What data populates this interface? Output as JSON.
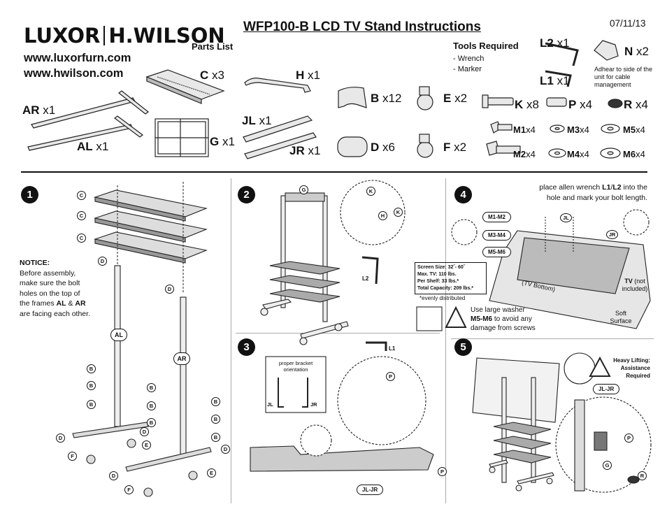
{
  "brand": {
    "name_left": "LUXOR",
    "name_right": "H.WILSON",
    "url1": "www.luxorfurn.com",
    "url2": "www.hwilson.com"
  },
  "title": "WFP100-B LCD TV Stand Instructions",
  "date": "07/11/13",
  "parts_header": "Parts List",
  "tools": {
    "header": "Tools Required",
    "items": [
      "- Wrench",
      "- Marker"
    ]
  },
  "parts": {
    "AR": {
      "code": "AR",
      "qty": "x1"
    },
    "AL": {
      "code": "AL",
      "qty": "x1"
    },
    "C": {
      "code": "C",
      "qty": "x3"
    },
    "G": {
      "code": "G",
      "qty": "x1"
    },
    "H": {
      "code": "H",
      "qty": "x1"
    },
    "JL": {
      "code": "JL",
      "qty": "x1"
    },
    "JR": {
      "code": "JR",
      "qty": "x1"
    },
    "B": {
      "code": "B",
      "qty": "x12"
    },
    "D": {
      "code": "D",
      "qty": "x6"
    },
    "E": {
      "code": "E",
      "qty": "x2"
    },
    "F": {
      "code": "F",
      "qty": "x2"
    },
    "L2": {
      "code": "L2",
      "qty": "x1"
    },
    "L1": {
      "code": "L1",
      "qty": "x1"
    },
    "N": {
      "code": "N",
      "qty": "x2"
    },
    "K": {
      "code": "K",
      "qty": "x8"
    },
    "P": {
      "code": "P",
      "qty": "x4"
    },
    "R": {
      "code": "R",
      "qty": "x4"
    },
    "M1": {
      "code": "M1",
      "qty": "x4"
    },
    "M2": {
      "code": "M2",
      "qty": "x4"
    },
    "M3": {
      "code": "M3",
      "qty": "x4"
    },
    "M4": {
      "code": "M4",
      "qty": "x4"
    },
    "M5": {
      "code": "M5",
      "qty": "x4"
    },
    "M6": {
      "code": "M6",
      "qty": "x4"
    }
  },
  "n_note": "Adhear to side of the unit for cable management",
  "steps": {
    "s1": "1",
    "s2": "2",
    "s3": "3",
    "s4": "4",
    "s5": "5"
  },
  "notice": {
    "title": "NOTICE:",
    "l1": "Before assembly,",
    "l2": "make sure the bolt",
    "l3": "holes on the top of",
    "l4a": "the frames ",
    "al": "AL",
    "amp": " & ",
    "ar": "AR",
    "l5": "are facing each other."
  },
  "callouts": {
    "C": "C",
    "D": "D",
    "B": "B",
    "E": "E",
    "F": "F",
    "G": "G",
    "K": "K",
    "H": "H",
    "L2": "L2",
    "L1": "L1",
    "P": "P",
    "JL": "JL",
    "JR": "JR",
    "JLJR": "JL-JR",
    "R": "R",
    "AL": "AL",
    "AR": "AR"
  },
  "step3": {
    "bracket1": "proper bracket",
    "bracket2": "orientation"
  },
  "step4": {
    "instr1a": "place allen wrench ",
    "l1": "L1",
    "slash": "/",
    "l2": "L2",
    "instr1b": " into the",
    "instr2": "hole and mark your bolt length.",
    "tags": [
      "M1-M2",
      "M3-M4",
      "M5-M6"
    ],
    "specs": [
      "Screen Size: 32˝- 60˝",
      "Max. TV: 110 lbs.",
      "Per Shelf: 33 lbs.*",
      "Total Capacity: 209 lbs.*"
    ],
    "even": "*evenly distributed",
    "washer1": "Use large washer",
    "washer2b": "M5-M6",
    "washer2": " to avoid any",
    "washer3": "damage from screws",
    "tv_bottom": "(TV Bottom)",
    "tv": "TV",
    "tv_not1": " (not",
    "tv_not2": "included)",
    "soft1": "Soft",
    "soft2": "Surface"
  },
  "step5": {
    "heavy1": "Heavy Lifting:",
    "heavy2": "Assistance",
    "heavy3": "Required"
  }
}
